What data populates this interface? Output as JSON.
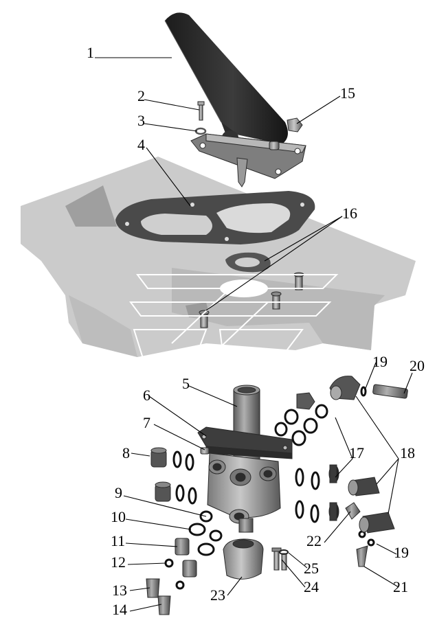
{
  "callouts": [
    {
      "id": "1",
      "text": "1"
    },
    {
      "id": "2",
      "text": "2"
    },
    {
      "id": "3",
      "text": "3"
    },
    {
      "id": "4",
      "text": "4"
    },
    {
      "id": "5",
      "text": "5"
    },
    {
      "id": "6",
      "text": "6"
    },
    {
      "id": "7",
      "text": "7"
    },
    {
      "id": "8",
      "text": "8"
    },
    {
      "id": "9",
      "text": "9"
    },
    {
      "id": "10",
      "text": "10"
    },
    {
      "id": "11",
      "text": "11"
    },
    {
      "id": "12",
      "text": "12"
    },
    {
      "id": "13",
      "text": "13"
    },
    {
      "id": "14",
      "text": "14"
    },
    {
      "id": "15",
      "text": "15"
    },
    {
      "id": "16",
      "text": "16"
    },
    {
      "id": "17",
      "text": "17"
    },
    {
      "id": "18",
      "text": "18"
    },
    {
      "id": "19a",
      "text": "19"
    },
    {
      "id": "19b",
      "text": "19"
    },
    {
      "id": "20",
      "text": "20"
    },
    {
      "id": "21",
      "text": "21"
    },
    {
      "id": "22",
      "text": "22"
    },
    {
      "id": "23",
      "text": "23"
    },
    {
      "id": "24",
      "text": "24"
    },
    {
      "id": "25",
      "text": "25"
    }
  ],
  "colors": {
    "floor": "#c9c9c9",
    "floor_dark": "#b3b3b3",
    "part_dark": "#3a3a3a",
    "part_mid": "#6b6b6b",
    "part_light": "#a8a8a8",
    "ring": "#111111"
  }
}
